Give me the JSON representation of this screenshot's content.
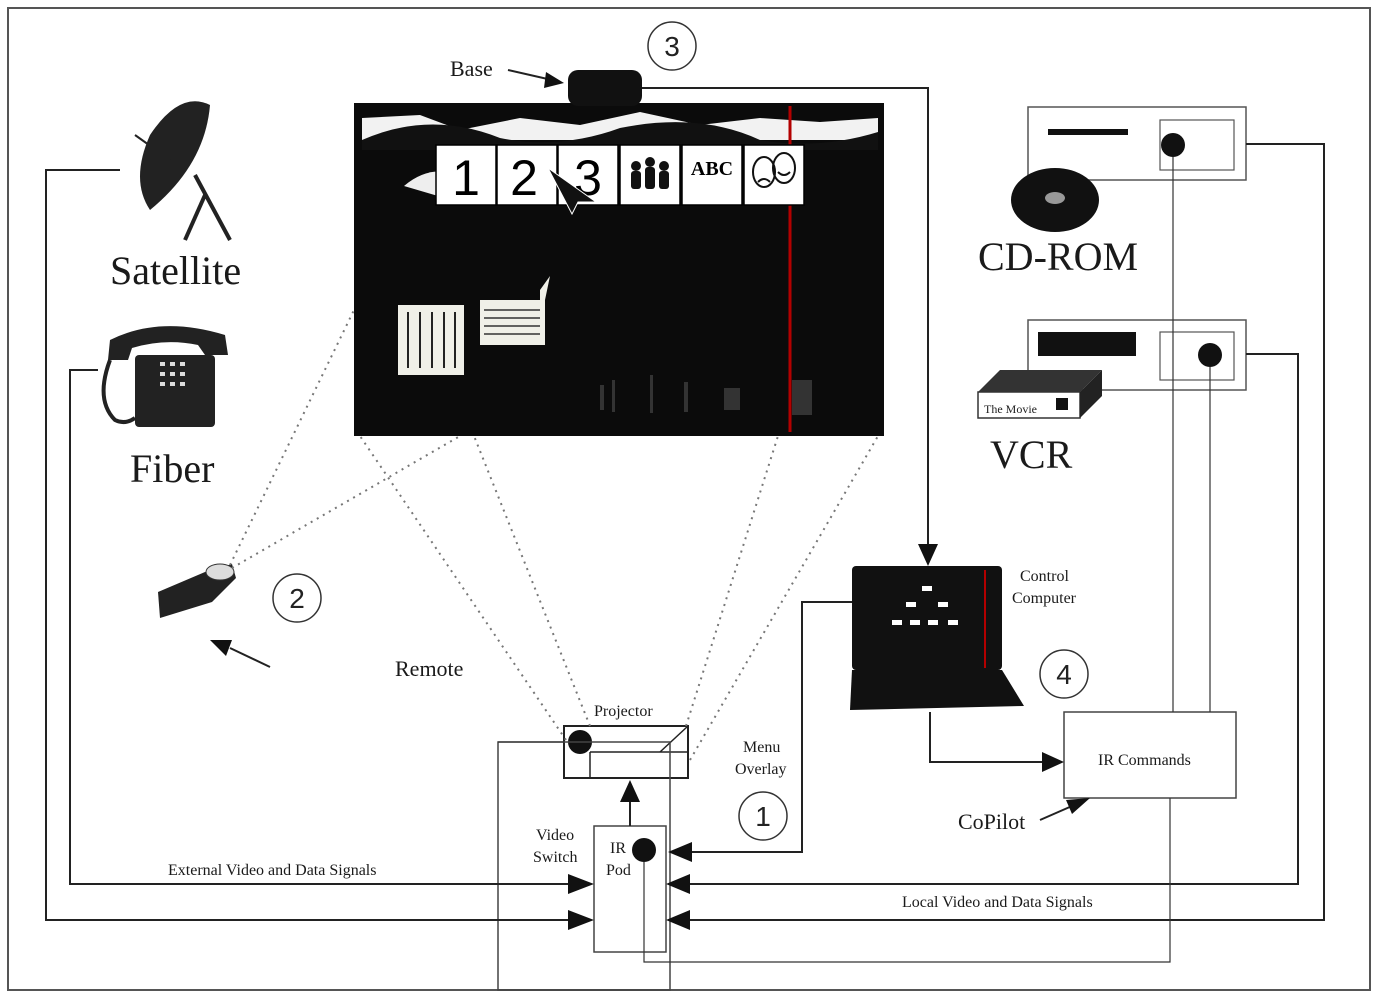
{
  "labels": {
    "base": "Base",
    "satellite": "Satellite",
    "fiber": "Fiber",
    "cdrom": "CD-ROM",
    "vcr": "VCR",
    "vcr_tape": "The Movie",
    "remote": "Remote",
    "projector": "Projector",
    "menu_overlay_1": "Menu",
    "menu_overlay_2": "Overlay",
    "control_computer_1": "Control",
    "control_computer_2": "Computer",
    "video_switch_1": "Video",
    "video_switch_2": "Switch",
    "ir_pod_1": "IR",
    "ir_pod_2": "Pod",
    "ir_commands": "IR Commands",
    "copilot": "CoPilot",
    "external_signals": "External Video and Data Signals",
    "local_signals": "Local Video and Data Signals"
  },
  "menu_tiles": [
    "1",
    "2",
    "3",
    "",
    "ABC",
    ""
  ],
  "step_numbers": [
    "1",
    "2",
    "3",
    "4"
  ]
}
